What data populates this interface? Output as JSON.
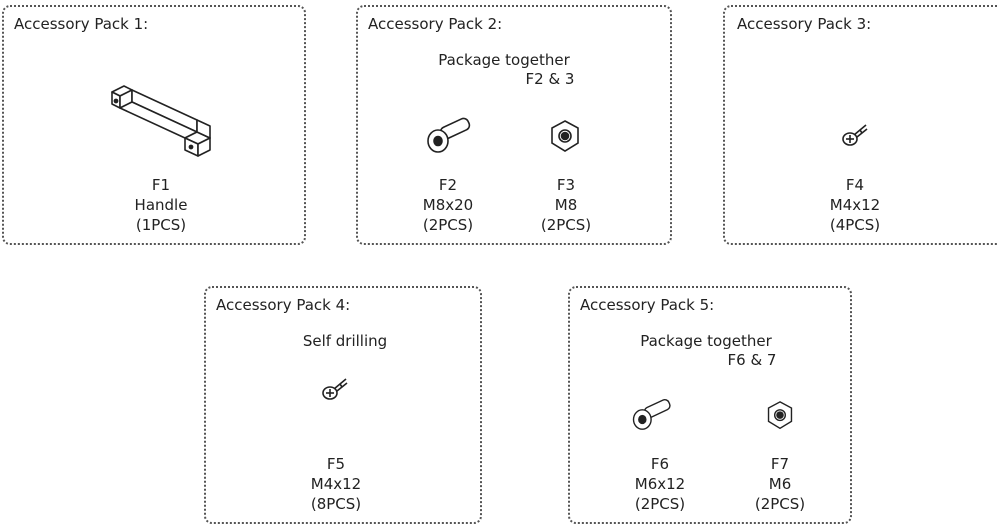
{
  "packs": [
    {
      "title": "Accessory Pack 1:",
      "note": [],
      "items": [
        {
          "code": "F1",
          "desc": "Handle",
          "qty": "(1PCS)",
          "icon": "handle-icon"
        }
      ]
    },
    {
      "title": "Accessory Pack 2:",
      "note": [
        "Package  together",
        "F2 & 3"
      ],
      "items": [
        {
          "code": "F2",
          "desc": "M8x20",
          "qty": "(2PCS)",
          "icon": "bolt-icon"
        },
        {
          "code": "F3",
          "desc": "M8",
          "qty": "(2PCS)",
          "icon": "nut-icon"
        }
      ]
    },
    {
      "title": "Accessory Pack 3:",
      "note": [],
      "items": [
        {
          "code": "F4",
          "desc": "M4x12",
          "qty": "(4PCS)",
          "icon": "screw-icon"
        }
      ]
    },
    {
      "title": "Accessory Pack 4:",
      "note": [
        "Self drilling"
      ],
      "items": [
        {
          "code": "F5",
          "desc": "M4x12",
          "qty": "(8PCS)",
          "icon": "self-drilling-screw-icon"
        }
      ]
    },
    {
      "title": "Accessory Pack 5:",
      "note": [
        "Package  together",
        "F6 & 7"
      ],
      "items": [
        {
          "code": "F6",
          "desc": "M6x12",
          "qty": "(2PCS)",
          "icon": "bolt-icon"
        },
        {
          "code": "F7",
          "desc": "M6",
          "qty": "(2PCS)",
          "icon": "nut-icon"
        }
      ]
    }
  ]
}
